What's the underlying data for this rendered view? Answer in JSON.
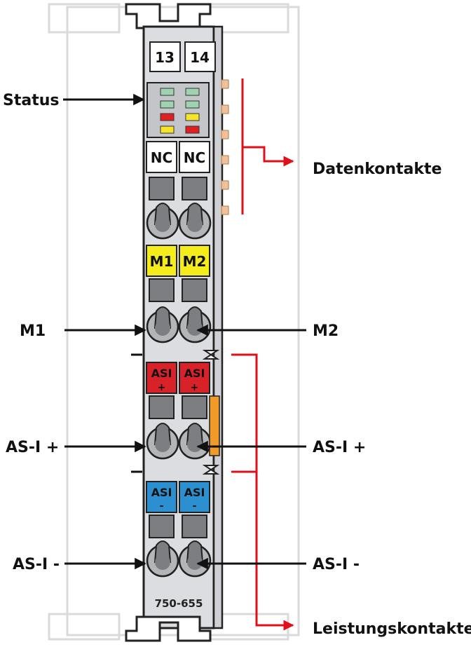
{
  "slots": {
    "left": "13",
    "right": "14"
  },
  "status": {
    "label": "Status",
    "leds": [
      "#9fd3b0",
      "#9fd3b0",
      "#9fd3b0",
      "#9fd3b0",
      "#e02020",
      "#f5e42a",
      "#f5e42a",
      "#e02020"
    ]
  },
  "data_contacts": {
    "label": "Datenkontakte",
    "count": 6
  },
  "nc": {
    "left": "NC",
    "right": "NC"
  },
  "m_labels": {
    "left": "M1",
    "right": "M2"
  },
  "asi_plus": {
    "left_text": "ASI",
    "right_text": "ASI",
    "sign": "+"
  },
  "asi_minus": {
    "left_text": "ASI",
    "right_text": "ASI",
    "sign": "-"
  },
  "callouts": {
    "m1": "M1",
    "m2": "M2",
    "asi_plus_left": "AS-I +",
    "asi_plus_right": "AS-I +",
    "asi_minus_left": "AS-I -",
    "asi_minus_right": "AS-I -"
  },
  "power_contacts": {
    "label": "Leistungskontakte"
  },
  "model": "750-655",
  "colors": {
    "body": "#dcdde0",
    "yellow": "#f5ec1c",
    "red": "#d8222a",
    "blue": "#2c8fd0",
    "accent_red": "#e0101a",
    "orange_contact": "#f0c09a"
  }
}
